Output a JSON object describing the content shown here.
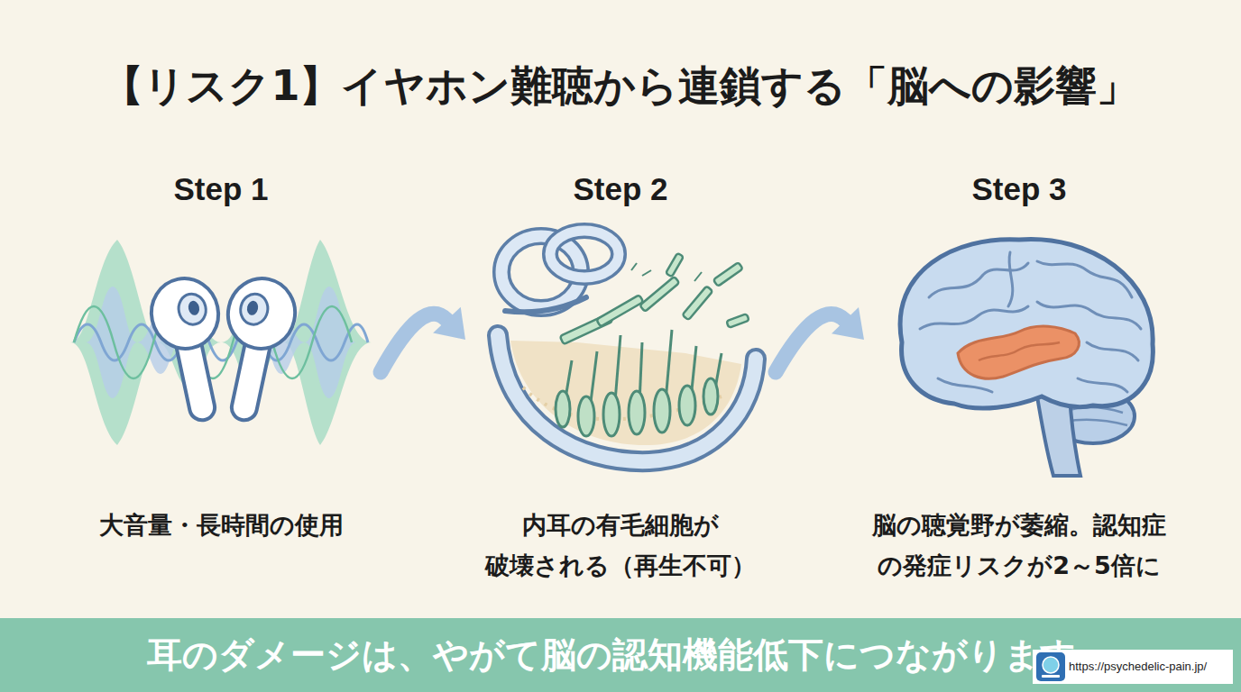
{
  "diagram": {
    "title": "【リスク1】イヤホン難聴から連鎖する「脳への影響」",
    "nodes": [
      {
        "text": [
          "Step 1",
          "大音量・長時間の使用"
        ]
      },
      {
        "text": [
          "Step 2",
          "内耳の有毛細胞が 破壊される（再生不可）"
        ]
      },
      {
        "text": [
          "Step 3",
          "脳の聴覚野が萎縮。認知症の発症リスクが2～5倍に"
        ]
      },
      {
        "text": [
          "耳のダメージは、やがて脳の認知機能低下につながります"
        ]
      },
      {
        "text": [
          "https://psychedelic-pain.jp/"
        ]
      }
    ],
    "edges": [
      {
        "from": 0,
        "to": 1,
        "arrow": "to"
      },
      {
        "from": 1,
        "to": 2,
        "arrow": "to"
      }
    ]
  }
}
